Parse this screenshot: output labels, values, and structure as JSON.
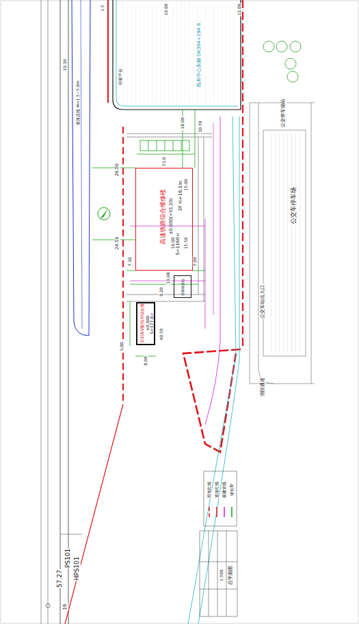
{
  "diagram": {
    "nodes": [
      {
        "text": [
          "3F H=16.1m",
          "高速铁路综合维修楼",
          "±0.000(=55.20)",
          "S=1160㎡"
        ]
      },
      {
        "text": [
          "3/10kV配电所综合楼",
          "±0.000",
          "S=377.8㎡"
        ]
      },
      {
        "text": [
          "垃圾转运站"
        ]
      }
    ],
    "labels": [
      "1.5",
      "10.00",
      "12.00",
      "既有中心东侧 DK364+294.6",
      "站前平台",
      "10.30",
      "道路边线 H=1.5~5.0m",
      "18.00",
      "30.70",
      "26.00",
      "24.54",
      "7.30",
      "7.00",
      "10.68",
      "9.20",
      "40.50",
      "8.00",
      "3.00",
      "53.0",
      "15.00",
      "15.50",
      "16.00",
      "公交车停车场",
      "公交停车场站",
      "公交车站出入口",
      "消防通道",
      "PS101",
      "57.27",
      "HPS101",
      "16",
      "总平面图",
      "1:500"
    ],
    "legend": [
      {
        "text": "用地红线"
      },
      {
        "text": "道路红线"
      },
      {
        "text": "新建管线"
      },
      {
        "text": "绿化带"
      }
    ]
  }
}
